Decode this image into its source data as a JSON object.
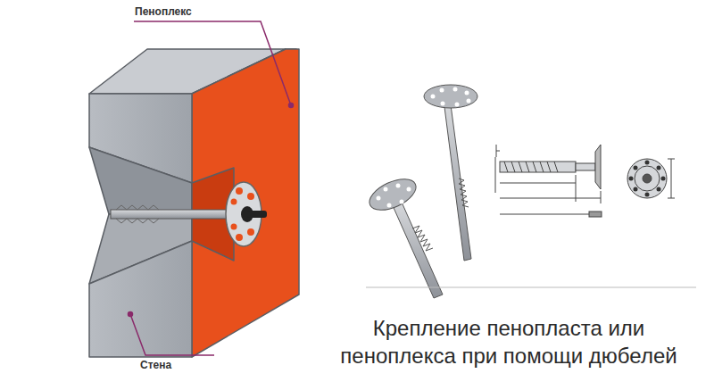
{
  "diagram": {
    "caption": "Крепление пенопласта или пеноплекса при помощи дюбелей",
    "labels": [
      "Пеноплекс",
      "Стена"
    ]
  }
}
